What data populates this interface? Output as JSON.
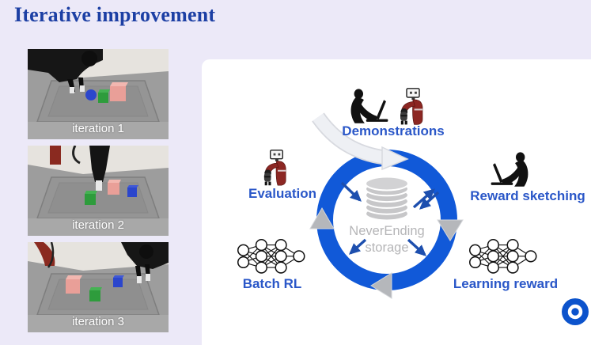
{
  "slide": {
    "title": "Iterative improvement",
    "background_color": "#ece9f8",
    "title_color": "#1c3fa4",
    "panel_color": "#ffffff"
  },
  "iterations": [
    {
      "label": "iteration 1"
    },
    {
      "label": "iteration 2"
    },
    {
      "label": "iteration 3"
    }
  ],
  "diagram": {
    "labels": {
      "demonstrations": "Demonstrations",
      "reward_sketching": "Reward sketching",
      "learning_reward": "Learning reward",
      "batch_rl": "Batch RL",
      "evaluation": "Evaluation"
    },
    "storage": {
      "line1": "NeverEnding",
      "line2": "storage"
    },
    "flow_direction": "clockwise",
    "colors": {
      "ring_blue": "#1159d8",
      "arrow_blue": "#1d4fae",
      "label_blue": "#2a57c8",
      "storage_gray": "#b5b5b7",
      "arrowhead_gray": "#b5b7bb",
      "swoosh_gray": "#eef0f4"
    }
  },
  "photo_scene": {
    "cube_colors": {
      "pink": "#e99f98",
      "green": "#2e9c3c",
      "blue": "#2b46cc"
    },
    "robot_red": "#8a2a20"
  },
  "logo": {
    "name": "deepmind-logo",
    "color": "#0c53cc"
  }
}
